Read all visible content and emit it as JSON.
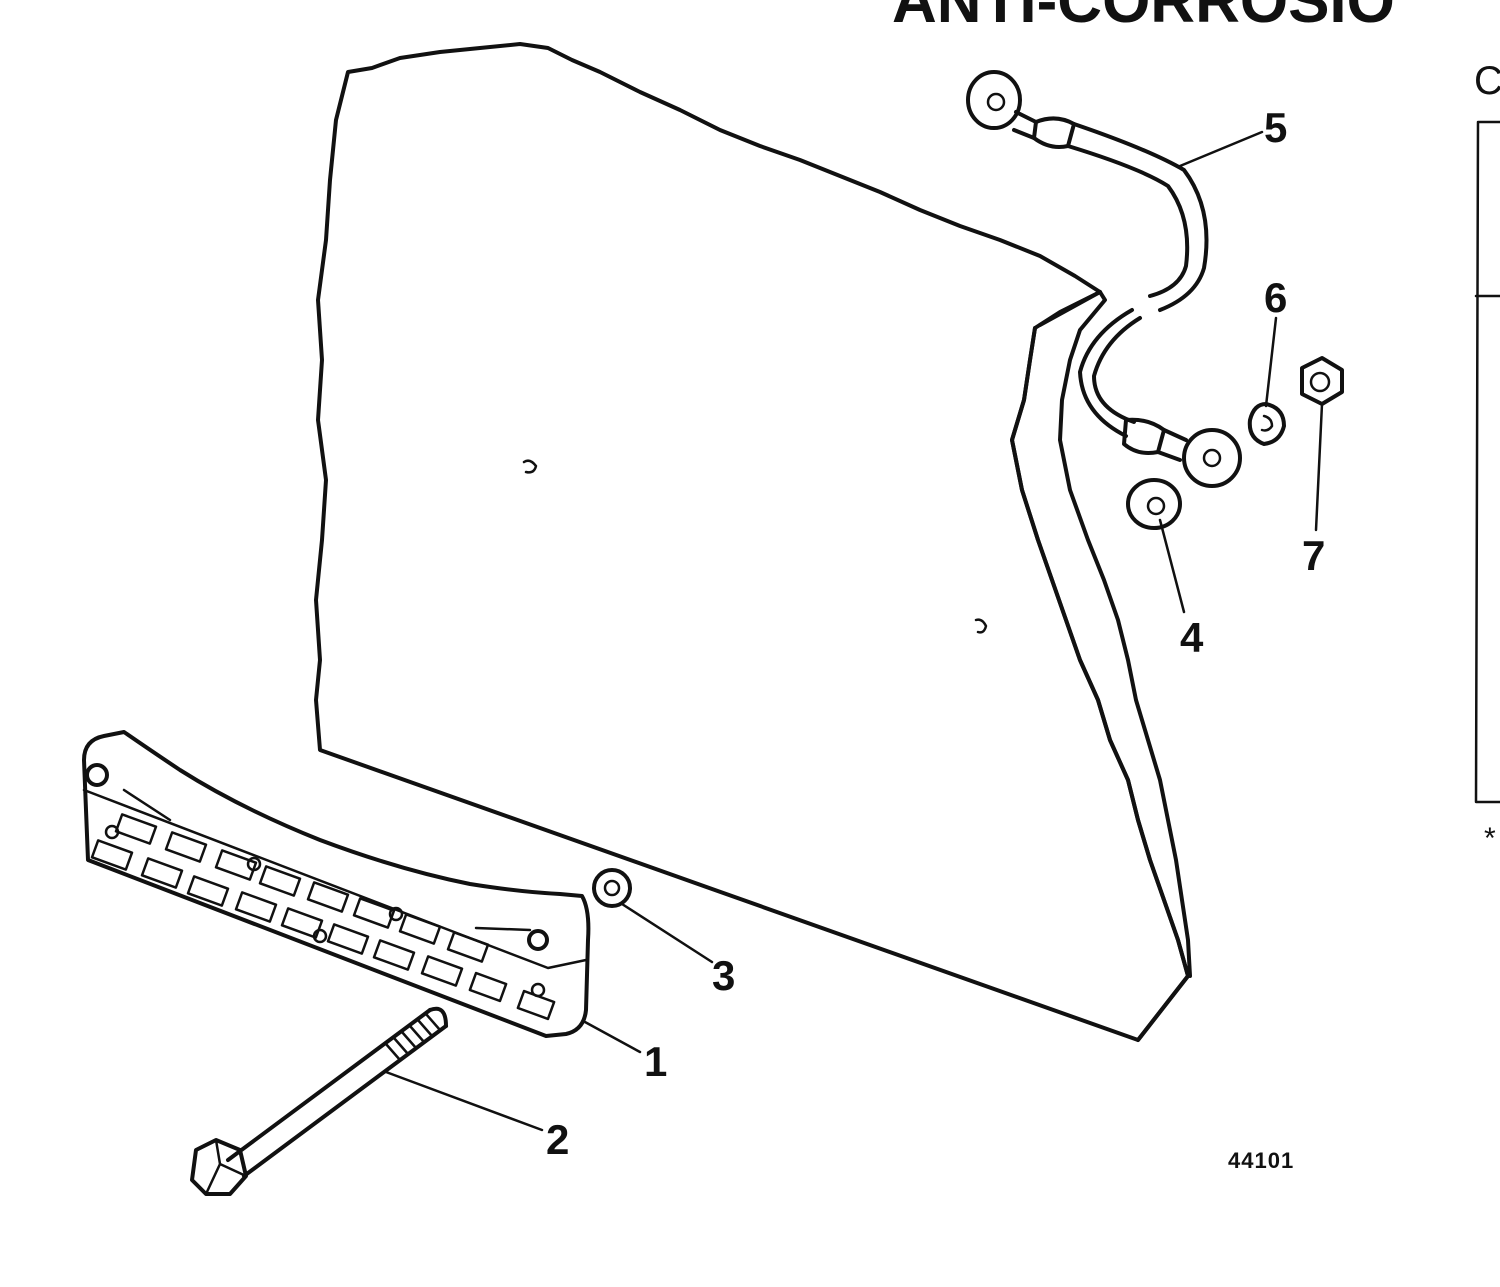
{
  "page": {
    "title_fragment": "ANTI-CORROSIO",
    "figure_id": "44101",
    "side_letter": "C",
    "side_mark": "*"
  },
  "callouts": [
    {
      "id": "1",
      "label": "1"
    },
    {
      "id": "2",
      "label": "2"
    },
    {
      "id": "3",
      "label": "3"
    },
    {
      "id": "4",
      "label": "4"
    },
    {
      "id": "5",
      "label": "5"
    },
    {
      "id": "6",
      "label": "6"
    },
    {
      "id": "7",
      "label": "7"
    }
  ],
  "colors": {
    "ink": "#111111",
    "paper": "#ffffff"
  }
}
